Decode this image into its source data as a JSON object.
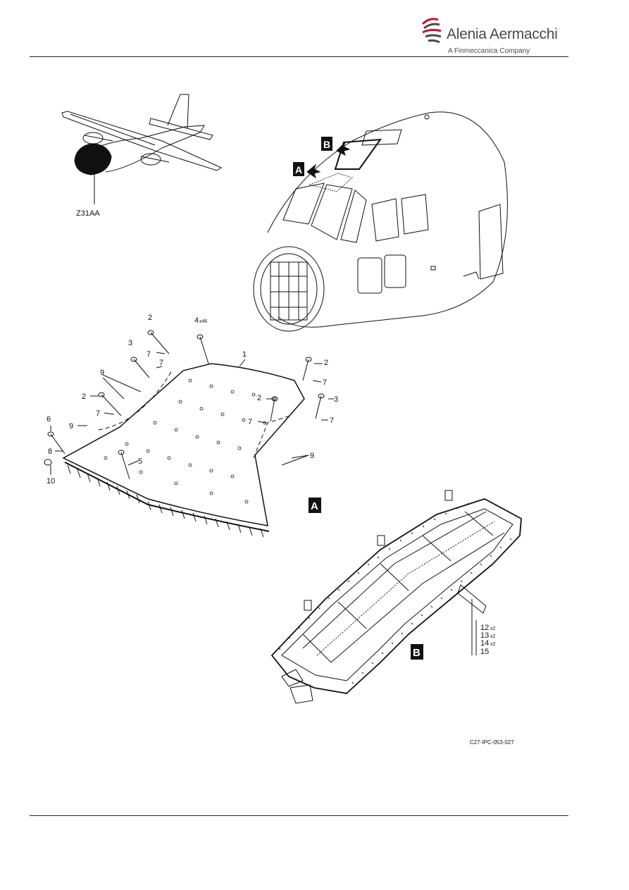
{
  "header": {
    "company_name": "Alenia Aermacchi",
    "company_tagline": "A Finmeccanica Company"
  },
  "figure": {
    "zone_label": "Z31AA",
    "view_a_label": "A",
    "view_b_label": "B",
    "drawing_ref": "C27-IPC-053-027",
    "callouts_a": {
      "c1": "1",
      "c2": "2",
      "c3": "3",
      "c4": "4",
      "c4_qty": "x46",
      "c5": "5",
      "c6": "6",
      "c7": "7",
      "c8": "8",
      "c9": "9",
      "c10": "10"
    },
    "callouts_b": [
      {
        "num": "12",
        "qty": "x2"
      },
      {
        "num": "13",
        "qty": "x2"
      },
      {
        "num": "14",
        "qty": "x2"
      },
      {
        "num": "15",
        "qty": ""
      }
    ]
  },
  "colors": {
    "brand_red": "#c8102e",
    "brand_gray": "#4a4a4a",
    "ink": "#111111"
  }
}
